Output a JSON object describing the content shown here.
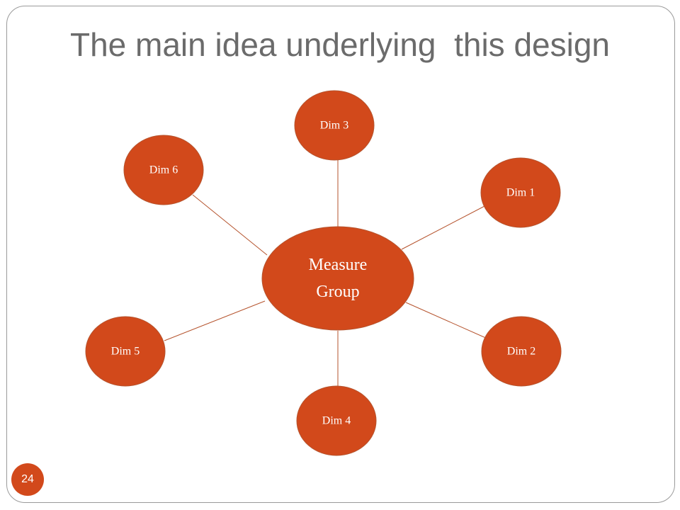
{
  "slide": {
    "title": "The main idea underlying  this design",
    "page_number": "24"
  },
  "diagram": {
    "center": {
      "id": "measure",
      "lines": [
        "Measure",
        "Group"
      ]
    },
    "nodes": [
      {
        "id": "dim3",
        "label": "Dim 3"
      },
      {
        "id": "dim6",
        "label": "Dim 6"
      },
      {
        "id": "dim1",
        "label": "Dim 1"
      },
      {
        "id": "dim5",
        "label": "Dim 5"
      },
      {
        "id": "dim2",
        "label": "Dim 2"
      },
      {
        "id": "dim4",
        "label": "Dim 4"
      }
    ],
    "edges": [
      [
        "measure",
        "dim3"
      ],
      [
        "measure",
        "dim6"
      ],
      [
        "measure",
        "dim1"
      ],
      [
        "measure",
        "dim5"
      ],
      [
        "measure",
        "dim2"
      ],
      [
        "measure",
        "dim4"
      ]
    ]
  },
  "colors": {
    "node_fill": "#d2491b",
    "edge_stroke": "#b5532d",
    "title_text": "#6b6b6b",
    "frame_border": "#9a9a9a"
  }
}
